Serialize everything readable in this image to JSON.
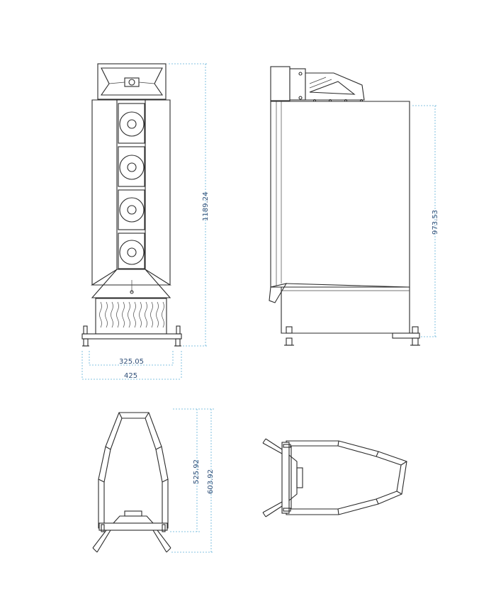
{
  "dimensions": {
    "front_height": "1189.24",
    "front_inner_width": "325.05",
    "front_outer_width": "425",
    "side_height": "973.53",
    "top_depth_inner": "525.92",
    "top_depth_outer": "603.92"
  },
  "colors": {
    "line": "#2a2a2a",
    "dimension_line": "#5fb0d8",
    "dimension_text": "#2f4f78"
  }
}
